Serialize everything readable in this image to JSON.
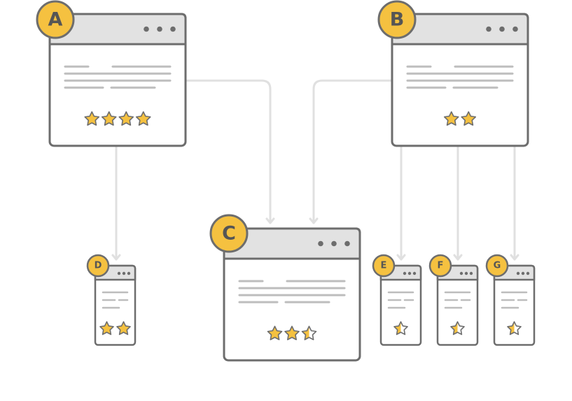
{
  "colors": {
    "background": "#ffffff",
    "window_stroke": "#6d6d6d",
    "titlebar": "#e2e2e2",
    "text_lines": "#bdbdbd",
    "connector": "#e0e0e0",
    "badge_fill": "#f5c140",
    "badge_stroke": "#6d6d6d",
    "badge_text": "#555555",
    "star_fill": "#f5c140",
    "star_empty": "#ffffff",
    "star_stroke": "#6d6d6d",
    "dots": "#6d6d6d"
  },
  "nodes": [
    {
      "id": "A",
      "label": "A",
      "rating": 4,
      "max_stars": 4
    },
    {
      "id": "B",
      "label": "B",
      "rating": 2,
      "max_stars": 2
    },
    {
      "id": "C",
      "label": "C",
      "rating": 2.5,
      "max_stars": 3
    },
    {
      "id": "D",
      "label": "D",
      "rating": 2,
      "max_stars": 2
    },
    {
      "id": "E",
      "label": "E",
      "rating": 0.5,
      "max_stars": 1
    },
    {
      "id": "F",
      "label": "F",
      "rating": 0.5,
      "max_stars": 1
    },
    {
      "id": "G",
      "label": "G",
      "rating": 0.5,
      "max_stars": 1
    }
  ],
  "edges": [
    {
      "from": "A",
      "to": "D"
    },
    {
      "from": "A",
      "to": "C"
    },
    {
      "from": "B",
      "to": "C"
    },
    {
      "from": "B",
      "to": "E"
    },
    {
      "from": "B",
      "to": "F"
    },
    {
      "from": "B",
      "to": "G"
    }
  ]
}
